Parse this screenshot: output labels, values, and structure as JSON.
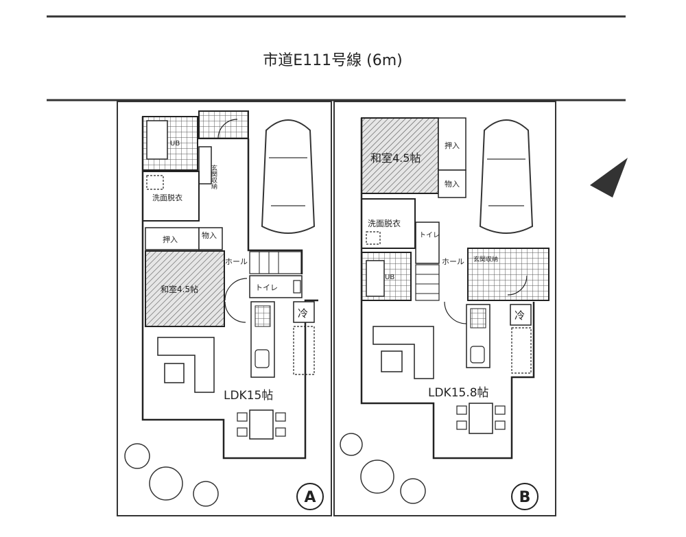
{
  "road": {
    "label": "市道E111号線 (6m)"
  },
  "lot_a": {
    "badge": "A",
    "rooms": {
      "ub": "UB",
      "genkan": "玄関収納",
      "washroom": "洗面脱衣",
      "oshiire": "押入",
      "monoire": "物入",
      "hall": "ホール",
      "washitsu": "和室4.5帖",
      "toilet": "トイレ",
      "fridge": "冷",
      "ldk": "LDK15帖"
    }
  },
  "lot_b": {
    "badge": "B",
    "rooms": {
      "washitsu": "和室4.5帖",
      "oshiire": "押入",
      "monoire": "物入",
      "washroom": "洗面脱衣",
      "toilet": "トイレ",
      "hall": "ホール",
      "genkan": "玄関収納",
      "ub": "UB",
      "fridge": "冷",
      "ldk": "LDK15.8帖"
    }
  }
}
